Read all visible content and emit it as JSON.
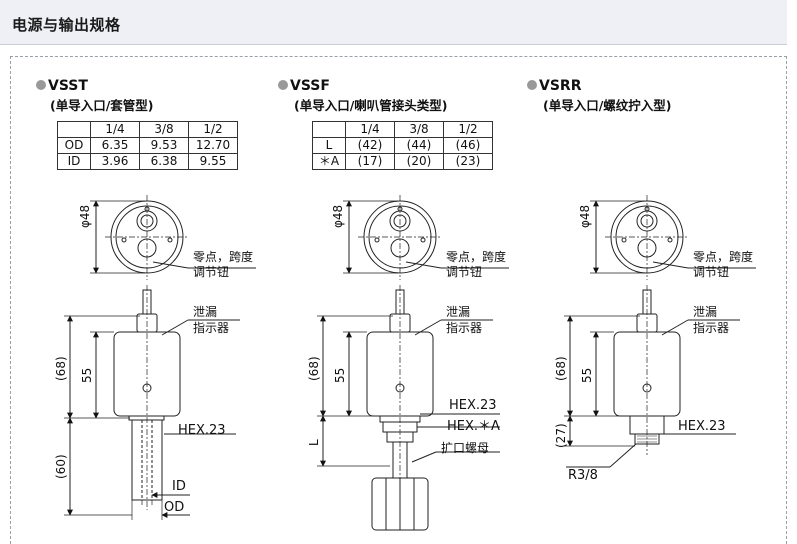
{
  "page": {
    "title": "电源与输出规格"
  },
  "models": [
    {
      "name": "VSST",
      "subtitle": "(单导入口/套管型)",
      "table": {
        "header": [
          "",
          "1/4",
          "3/8",
          "1/2"
        ],
        "rows": [
          [
            "OD",
            "6.35",
            "9.53",
            "12.70"
          ],
          [
            "ID",
            "3.96",
            "6.38",
            "9.55"
          ]
        ]
      },
      "labels": {
        "diameter": "φ48",
        "zero_span_1": "零点，跨度",
        "zero_span_2": "调节钮",
        "leak_1": "泄漏",
        "leak_2": "指示器",
        "dim_total": "(68)",
        "dim_body": "55",
        "dim_pipe": "(60)",
        "hex": "HEX.23",
        "id": "ID",
        "od": "OD"
      }
    },
    {
      "name": "VSSF",
      "subtitle": "(单导入口/喇叭管接头类型)",
      "table": {
        "header": [
          "",
          "1/4",
          "3/8",
          "1/2"
        ],
        "rows": [
          [
            "L",
            "(42)",
            "(44)",
            "(46)"
          ],
          [
            "＊A",
            "(17)",
            "(20)",
            "(23)"
          ]
        ]
      },
      "labels": {
        "diameter": "φ48",
        "zero_span_1": "零点，跨度",
        "zero_span_2": "调节钮",
        "leak_1": "泄漏",
        "leak_2": "指示器",
        "dim_total": "(68)",
        "dim_body": "55",
        "dim_l": "L",
        "hex": "HEX.23",
        "hex_a": "HEX.＊A",
        "flare_nut": "扩口螺母"
      }
    },
    {
      "name": "VSRR",
      "subtitle": "(单导入口/螺纹拧入型)",
      "labels": {
        "diameter": "φ48",
        "zero_span_1": "零点，跨度",
        "zero_span_2": "调节钮",
        "leak_1": "泄漏",
        "leak_2": "指示器",
        "dim_total": "(68)",
        "dim_body": "55",
        "dim_thread": "(27)",
        "hex": "HEX.23",
        "thread": "R3/8"
      }
    }
  ]
}
